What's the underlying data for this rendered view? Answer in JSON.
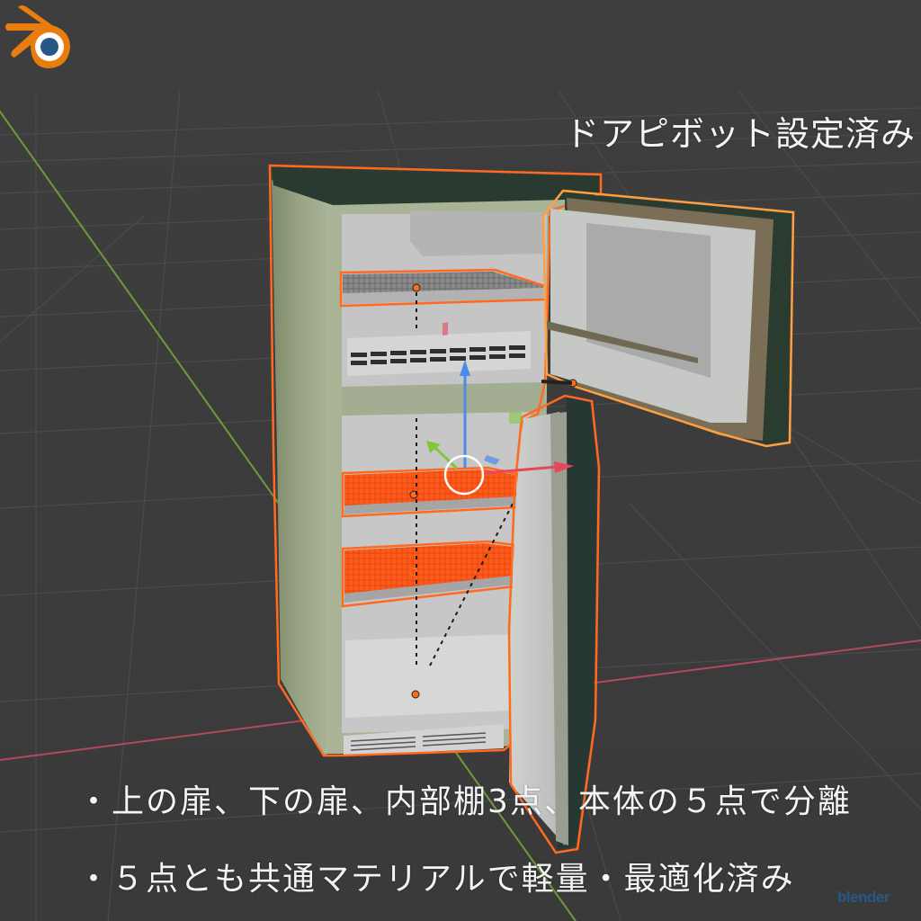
{
  "viewport": {
    "background": "#3d3d3d",
    "grid_color": "#4a4a4a",
    "x_axis_color": "#b34a5c",
    "y_axis_color": "#6e9a3c",
    "selection_outline_color": "#ff6a1f",
    "active_outline_color": "#ffa040"
  },
  "model": {
    "name": "refrigerator",
    "parts": [
      "upper-door",
      "lower-door",
      "shelf-1",
      "shelf-2",
      "shelf-3",
      "body"
    ],
    "body_color": "#aab59a",
    "top_color": "#2a3a30",
    "interior_color": "#c8c8c8",
    "shelf_selected_color": "#ff5a1a"
  },
  "gizmo": {
    "z_color": "#4a8ce8",
    "x_color": "#e8465a",
    "y_color": "#7ec83a",
    "pivot_ring_color": "#ffffff"
  },
  "captions": {
    "title": "ドアピボット設定済み",
    "note_1": "・上の扉、下の扉、内部棚3点、本体の５点で分離",
    "note_2": "・５点とも共通マテリアルで軽量・最適化済み"
  },
  "branding": {
    "logo_icon": "blender-logo-icon",
    "wordmark": "blender",
    "logo_orange": "#e87d0d",
    "logo_blue": "#265787"
  }
}
